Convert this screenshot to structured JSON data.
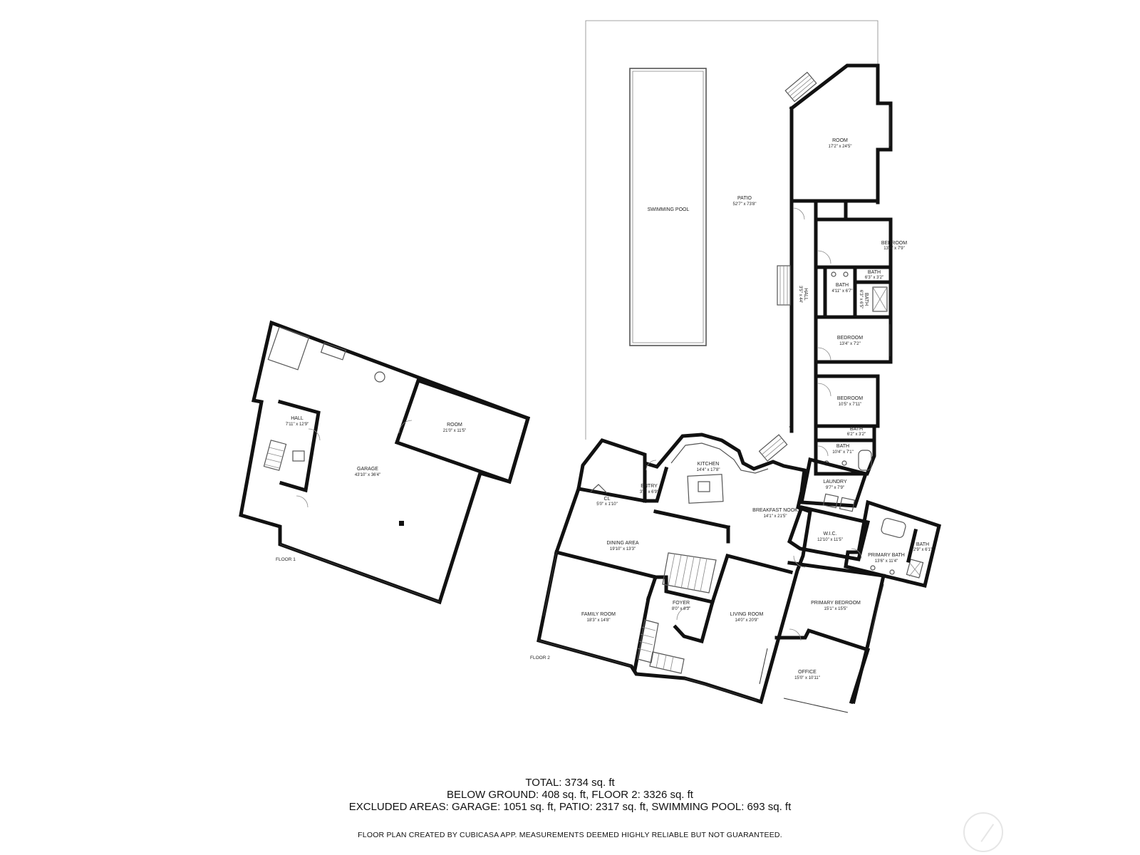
{
  "floors": {
    "floor1": {
      "label": "FLOOR 1",
      "rooms": {
        "hall": {
          "name": "HALL",
          "dims": "7'11\" x 12'9\""
        },
        "garage": {
          "name": "GARAGE",
          "dims": "43'10\" x 36'4\""
        },
        "room": {
          "name": "ROOM",
          "dims": "21'0\" x 11'5\""
        }
      }
    },
    "floor2": {
      "label": "FLOOR 2",
      "rooms": {
        "swimming_pool": {
          "name": "SWIMMING POOL"
        },
        "patio": {
          "name": "PATIO",
          "dims": "52'7\" x 73'8\""
        },
        "room": {
          "name": "ROOM",
          "dims": "17'2\" x 24'5\""
        },
        "bedroom1": {
          "name": "BEDROOM",
          "dims": "13'4\" x 7'9\""
        },
        "bath_a": {
          "name": "BATH",
          "dims": "6'3\" x 3'2\""
        },
        "bath_b": {
          "name": "BATH",
          "dims": "4'11\" x 6'7\""
        },
        "bath_c": {
          "name": "BATH",
          "dims": "6'3\" x 6'5\""
        },
        "hall": {
          "name": "HALL",
          "dims": "3'5\" x 44'"
        },
        "bedroom2": {
          "name": "BEDROOM",
          "dims": "13'4\" x 7'2\""
        },
        "bedroom3": {
          "name": "BEDROOM",
          "dims": "10'5\" x 7'11\""
        },
        "bath_d": {
          "name": "BATH",
          "dims": "6'2\" x 3'2\""
        },
        "bath_e": {
          "name": "BATH",
          "dims": "10'4\" x 7'1\""
        },
        "kitchen": {
          "name": "KITCHEN",
          "dims": "14'4\" x 17'8\""
        },
        "entry": {
          "name": "ENTRY",
          "dims": "3'7\" x 6'9\""
        },
        "closet": {
          "name": "CL",
          "dims": "5'0\" x 1'10\""
        },
        "laundry": {
          "name": "LAUNDRY",
          "dims": "9'7\" x 7'9\""
        },
        "breakfast_nook": {
          "name": "BREAKFAST NOOK",
          "dims": "14'1\" x 21'5\""
        },
        "dining_area": {
          "name": "DINING AREA",
          "dims": "19'10\" x 13'3\""
        },
        "wic": {
          "name": "W.I.C.",
          "dims": "12'10\" x 11'5\""
        },
        "bath_f": {
          "name": "BATH",
          "dims": "2'9\" x 6'1\""
        },
        "primary_bath": {
          "name": "PRIMARY BATH",
          "dims": "13'6\" x 11'4\""
        },
        "family_room": {
          "name": "FAMILY ROOM",
          "dims": "18'3\" x 14'8\""
        },
        "foyer": {
          "name": "FOYER",
          "dims": "8'0\" x 8'3\""
        },
        "living_room": {
          "name": "LIVING ROOM",
          "dims": "14'0\" x 20'9\""
        },
        "primary_bedroom": {
          "name": "PRIMARY BEDROOM",
          "dims": "15'1\" x 15'5\""
        },
        "office": {
          "name": "OFFICE",
          "dims": "15'0\" x 10'11\""
        }
      }
    }
  },
  "summary": {
    "total": "TOTAL: 3734 sq. ft",
    "levels": "BELOW GROUND: 408 sq. ft, FLOOR 2: 3326 sq. ft",
    "excluded": "EXCLUDED AREAS: GARAGE: 1051 sq. ft, PATIO: 2317 sq. ft, SWIMMING POOL: 693 sq. ft"
  },
  "disclaimer": "FLOOR PLAN CREATED BY CUBICASA APP. MEASUREMENTS DEEMED HIGHLY RELIABLE BUT NOT GUARANTEED."
}
